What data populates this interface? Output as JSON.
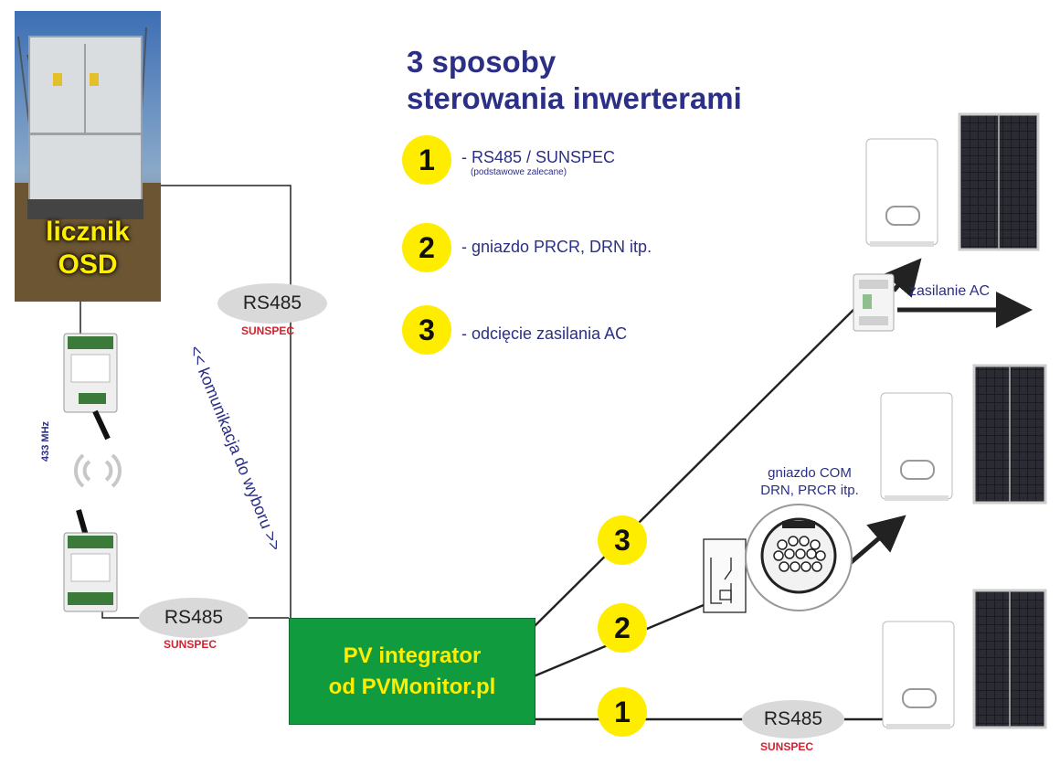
{
  "title": [
    "3 sposoby",
    "sterowania inwerterami"
  ],
  "legend": [
    {
      "num": "1",
      "text": "- RS485 / SUNSPEC",
      "sub": "(podstawowe zalecane)"
    },
    {
      "num": "2",
      "text": "- gniazdo PRCR, DRN itp."
    },
    {
      "num": "3",
      "text": "- odcięcie zasilania AC"
    }
  ],
  "meter": {
    "line1": "licznik",
    "line2": "OSD"
  },
  "rs485_label": "RS485",
  "sunspec_label": "SUNSPEC",
  "communication_label": "<< komunikacja do wyboru >>",
  "radio_label": "433 MHz",
  "integrator": {
    "line1": "PV integrator",
    "line2": "od PVMonitor.pl"
  },
  "path_badges": [
    "3",
    "2",
    "1"
  ],
  "ac_supply_label": "zasilanie AC",
  "com_socket_label": [
    "gniazdo COM",
    "DRN, PRCR itp."
  ],
  "colors": {
    "text_blue": "#2b2f86",
    "badge_yellow": "#ffed00",
    "integrator_green": "#119b3f",
    "sunspec_red": "#d2222d"
  }
}
